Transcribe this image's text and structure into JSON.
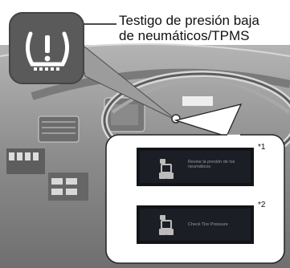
{
  "callout": {
    "line1": "Testigo de presión baja",
    "line2": "de neumáticos/TPMS"
  },
  "display_variants": [
    {
      "marker": "*1",
      "message": "Revise la presión de los neumáticos"
    },
    {
      "marker": "*2",
      "message": "Check Tire Pressure"
    }
  ],
  "icons": {
    "warning_lamp": "tpms-warning-icon",
    "tire_graphic": "tire-pressure-icon"
  },
  "colors": {
    "background_photo": "#9a9a9a",
    "icon_panel": "#5a5a5a",
    "icon_symbol": "#ffffff",
    "screen": "#121418"
  }
}
